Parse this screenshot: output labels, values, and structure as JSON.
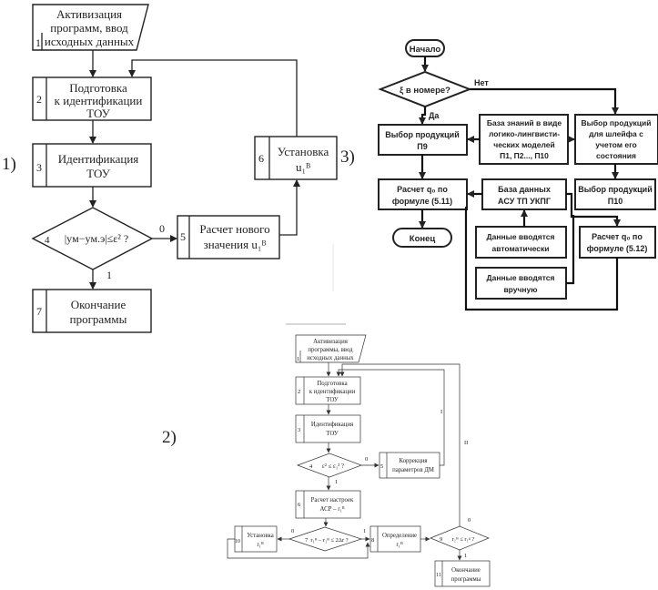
{
  "labels": {
    "d1": "1)",
    "d2": "2)",
    "d3": "3)"
  },
  "diagram1": {
    "b1": {
      "num": "1",
      "l1": "Активизация",
      "l2": "программ, ввод",
      "l3": "исходных данных"
    },
    "b2": {
      "num": "2",
      "l1": "Подготовка",
      "l2": "к идентификации",
      "l3": "ТОУ"
    },
    "b3": {
      "num": "3",
      "l1": "Идентификация",
      "l2": "ТОУ"
    },
    "b4": {
      "num": "4",
      "cond": "|yм−yм.э|≤ε² ?",
      "no": "0",
      "yes": "1"
    },
    "b5": {
      "num": "5",
      "l1": "Расчет нового",
      "l2": "значения u₁ᴮ"
    },
    "b6": {
      "num": "6",
      "l1": "Установка",
      "l2": "u₁ᴮ"
    },
    "b7": {
      "num": "7",
      "l1": "Окончание",
      "l2": "программы"
    }
  },
  "diagram2": {
    "b1": {
      "num": "1",
      "l1": "Активизация",
      "l2": "программы, ввод",
      "l3": "исходных данных"
    },
    "b2": {
      "num": "2",
      "l1": "Подготовка",
      "l2": "к идентификации",
      "l3": "ТОУ"
    },
    "b3": {
      "num": "3",
      "l1": "Идентификация",
      "l2": "ТОУ"
    },
    "b4": {
      "num": "4",
      "cond": "ε² ≤ ε₁² ?",
      "no": "0",
      "yes": "1"
    },
    "b5": {
      "num": "5",
      "l1": "Коррекция",
      "l2": "параметров ДМ"
    },
    "b6": {
      "num": "6",
      "l1": "Расчет настроек",
      "l2": "АСР – r₁ᴮ"
    },
    "b7": {
      "num": "7",
      "cond": "r₁ᴮ – r₁ᴮ ≤ 2Δr ?",
      "no": "0",
      "yes": "1"
    },
    "b8": {
      "num": "8",
      "l1": "Определение",
      "l2": "r₁ᴮ"
    },
    "b9": {
      "num": "9",
      "cond": "r₁ᴮ ≤ r₁ᵍ ?",
      "zero": "0",
      "one": "1"
    },
    "b10": {
      "num": "10",
      "l1": "Установка",
      "l2": "r₁ᴮ"
    },
    "b11": {
      "num": "11",
      "l1": "Окончание",
      "l2": "программы"
    },
    "path_I": "I",
    "path_II": "II"
  },
  "diagram3": {
    "start": "Начало",
    "cond": "ξ в номере?",
    "no": "Нет",
    "yes": "Да",
    "p9": {
      "l1": "Выбор продукций",
      "l2": "П9"
    },
    "kb": {
      "l1": "База знаний в виде",
      "l2": "логико-лингвисти-",
      "l3": "ческих моделей",
      "l4": "П1, П2..., П10"
    },
    "sel": {
      "l1": "Выбор продукций",
      "l2": "для шлейфа с",
      "l3": "учетом его",
      "l4": "состояния"
    },
    "f511": {
      "l1": "Расчет q₀ по",
      "l2": "формуле (5.11)"
    },
    "db": {
      "l1": "База данных",
      "l2": "АСУ ТП УКПГ"
    },
    "p10": {
      "l1": "Выбор продукций",
      "l2": "П10"
    },
    "end": "Конец",
    "auto": {
      "l1": "Данные вводятся",
      "l2": "автоматически"
    },
    "f512": {
      "l1": "Расчет q₀ по",
      "l2": "формуле (5.12)"
    },
    "manual": {
      "l1": "Данные вводятся",
      "l2": "вручную"
    }
  }
}
